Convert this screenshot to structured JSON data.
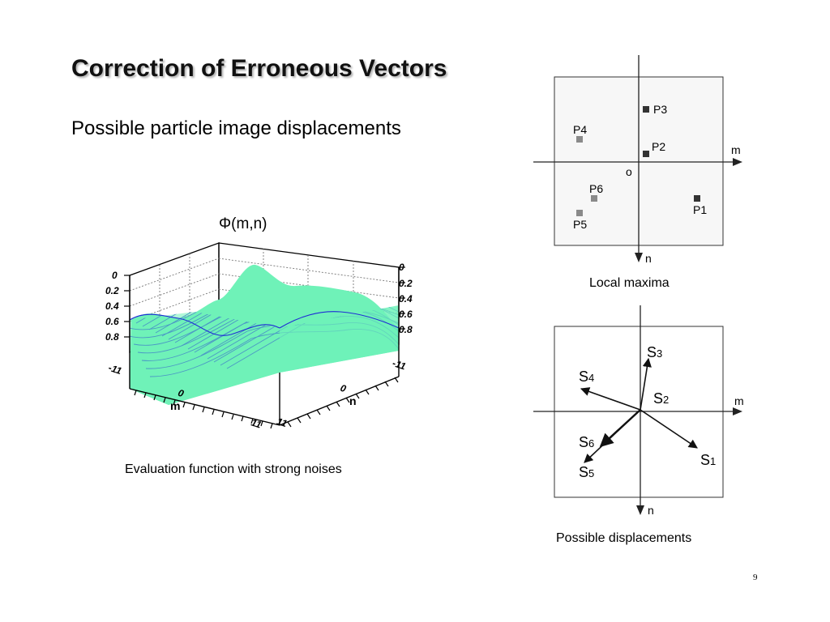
{
  "slide": {
    "title": "Correction of Erroneous Vectors",
    "subtitle": "Possible particle image displacements",
    "page_number": "9"
  },
  "surface_plot": {
    "function_label": "Φ(m,n)",
    "caption": "Evaluation function with strong noises",
    "x_axis_label": "m",
    "y_axis_label": "n",
    "z_ticks_left": [
      "0",
      "0.2",
      "0.4",
      "0.6",
      "0.8"
    ],
    "z_ticks_right": [
      "0",
      "0.2",
      "0.4",
      "0.6",
      "0.8"
    ],
    "m_ticks": [
      "-11",
      "0",
      "11"
    ],
    "n_ticks": [
      "11",
      "0",
      "-11"
    ],
    "colors": {
      "mesh": "#1f2bd6",
      "fill": "#6ff2b8",
      "box": "#000000"
    }
  },
  "maxima_diagram": {
    "caption": "Local maxima",
    "axis_m": "m",
    "axis_n": "n",
    "origin": "o",
    "points": [
      {
        "label": "P3",
        "shade": "dark"
      },
      {
        "label": "P4",
        "shade": "light"
      },
      {
        "label": "P2",
        "shade": "dark"
      },
      {
        "label": "P6",
        "shade": "light"
      },
      {
        "label": "P1",
        "shade": "dark"
      },
      {
        "label": "P5",
        "shade": "light"
      }
    ],
    "colors": {
      "dark": "#333333",
      "light": "#8a8a8a",
      "panel": "#f7f7f7"
    }
  },
  "displacement_diagram": {
    "caption": "Possible displacements",
    "axis_m": "m",
    "axis_n": "n",
    "vectors": [
      {
        "letter": "S",
        "index": "3"
      },
      {
        "letter": "S",
        "index": "4"
      },
      {
        "letter": "S",
        "index": "2"
      },
      {
        "letter": "S",
        "index": "6"
      },
      {
        "letter": "S",
        "index": "5"
      },
      {
        "letter": "S",
        "index": "1"
      }
    ]
  }
}
